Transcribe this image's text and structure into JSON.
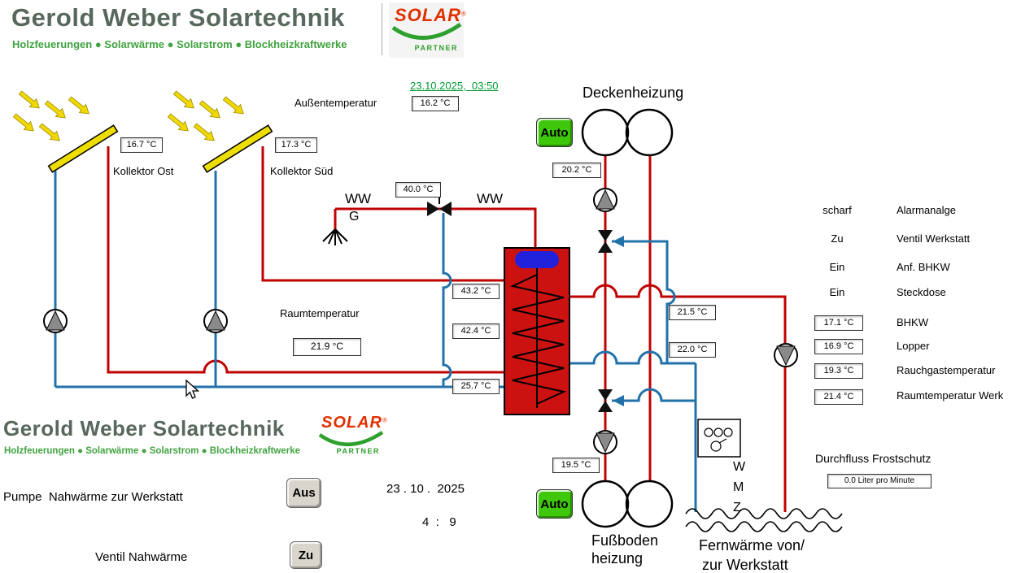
{
  "header": {
    "company": "Gerold Weber Solartechnik",
    "tagline": "Holzfeuerungen ● Solarwärme ● Solarstrom ● Blockheizkraftwerke",
    "logo": {
      "solar": "SOLAR",
      "partner": "PARTNER",
      "reg": "®"
    }
  },
  "datetime": {
    "timestamp": "23.10.2025,  03:50",
    "date": "23 . 10 .  2025",
    "time": "4  :   9"
  },
  "labels": {
    "aussentemperatur": "Außentemperatur",
    "deckenheizung": "Deckenheizung",
    "kollektor_ost": "Kollektor Ost",
    "kollektor_sued": "Kollektor Süd",
    "ww_left": "WW",
    "gas": "G",
    "ww_right": "WW",
    "raumtemperatur": "Raumtemperatur",
    "fussboden_line1": "Fußboden",
    "fussboden_line2": "heizung",
    "fernwaerme_line1": "Fernwärme von/",
    "fernwaerme_line2": "zur Werkstatt",
    "durchfluss_frostschutz": "Durchfluss Frostschutz",
    "pumpe_nahwaerme": "Pumpe  Nahwärme zur Werkstatt",
    "ventil_nahwaerme": "Ventil Nahwärme",
    "wmz": [
      "W",
      "M",
      "Z"
    ]
  },
  "values": {
    "aussentemperatur": "16.2 °C",
    "kollektor_ost": "16.7 °C",
    "kollektor_sued": "17.3 °C",
    "warmwasser": "40.0 °C",
    "deckenheizung": "20.2 °C",
    "speicher_oben": "43.2 °C",
    "speicher_mitte": "42.4 °C",
    "speicher_unten": "25.7 °C",
    "raumtemperatur": "21.9 °C",
    "vorlauf_werkstatt": "21.5 °C",
    "ruecklauf_werkstatt": "22.0 °C",
    "fussbodenheizung": "19.5 °C",
    "durchfluss": "0.0 Liter pro Minute"
  },
  "statuses": [
    {
      "state": "scharf",
      "label": "Alarmanalge"
    },
    {
      "state": "Zu",
      "label": "Ventil Werkstatt"
    },
    {
      "state": "Ein",
      "label": "Anf. BHKW"
    },
    {
      "state": "Ein",
      "label": "Steckdose"
    }
  ],
  "sensors_right": [
    {
      "value": "17.1 °C",
      "label": "BHKW"
    },
    {
      "value": "16.9 °C",
      "label": "Lopper"
    },
    {
      "value": "19.3 °C",
      "label": "Rauchgastemperatur"
    },
    {
      "value": "21.4 °C",
      "label": "Raumtemperatur Werk"
    }
  ],
  "buttons": {
    "deckenheizung": "Auto",
    "fussbodenheizung": "Auto",
    "pumpe_nahwaerme": "Aus",
    "ventil_nahwaerme": "Zu"
  },
  "colors": {
    "hot_pipe": "#c00000",
    "cold_pipe": "#2272aa",
    "tank_body": "#cc1111",
    "tank_cap": "#2222dd",
    "collector_yellow": "#eedd00",
    "sun_arrow": "#f0d800",
    "button_green": "#3ec70b",
    "button_gray": "#d9d5cd",
    "company_text": "#58685c",
    "tagline_green": "#3fa33f",
    "logo_red": "#e03000",
    "logo_green": "#2ea02e",
    "datetime_green": "#009933"
  }
}
